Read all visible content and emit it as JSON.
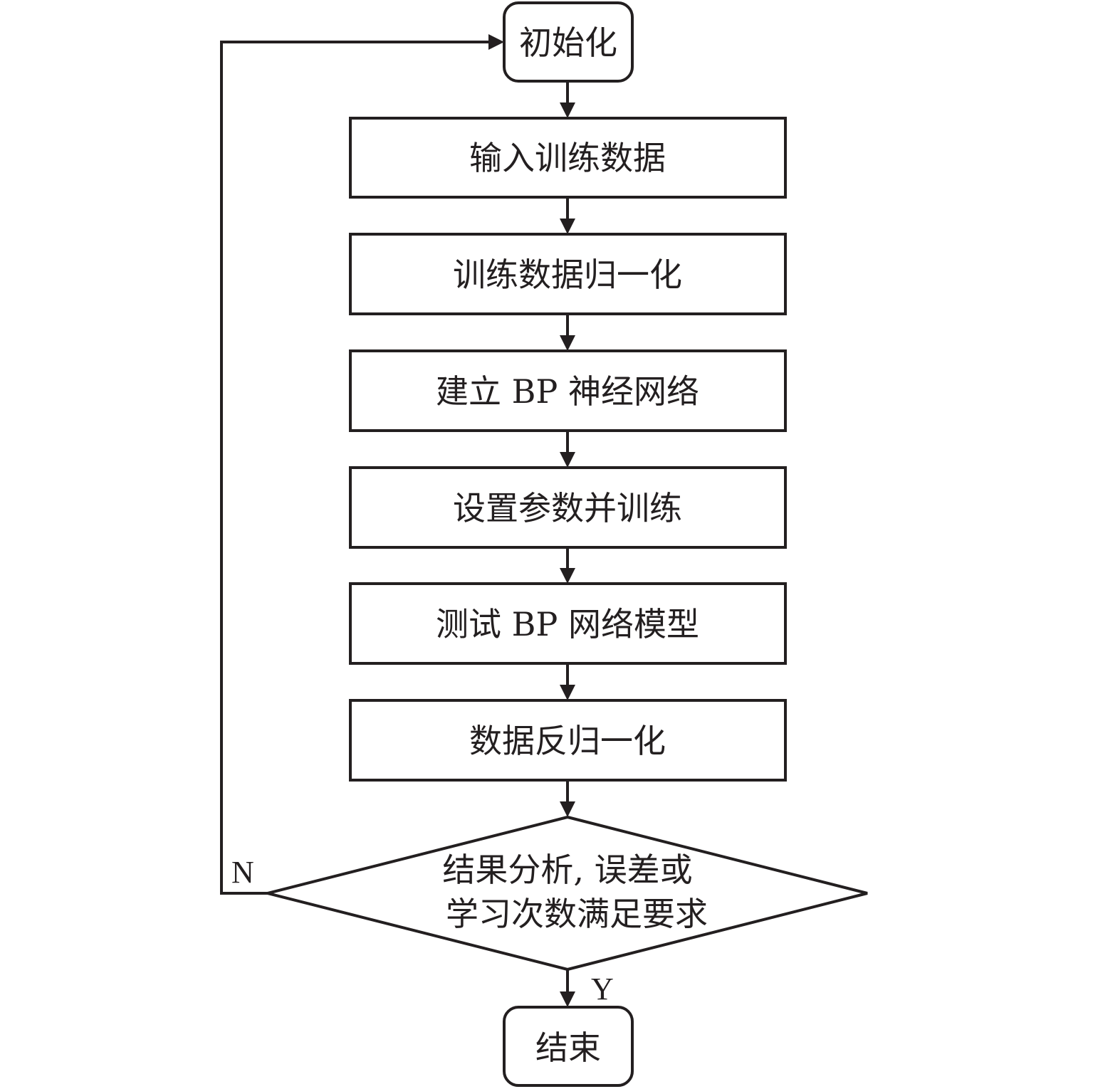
{
  "flowchart": {
    "start": {
      "label": "初始化"
    },
    "steps": [
      {
        "label": "输入训练数据"
      },
      {
        "label": "训练数据归一化"
      },
      {
        "label": "建立 BP 神经网络"
      },
      {
        "label": "设置参数并训练"
      },
      {
        "label": "测试 BP 网络模型"
      },
      {
        "label": "数据反归一化"
      }
    ],
    "decision": {
      "line1": "结果分析, 误差或",
      "line2": "学习次数满足要求"
    },
    "branch_no": "N",
    "branch_yes": "Y",
    "end": {
      "label": "结束"
    }
  }
}
